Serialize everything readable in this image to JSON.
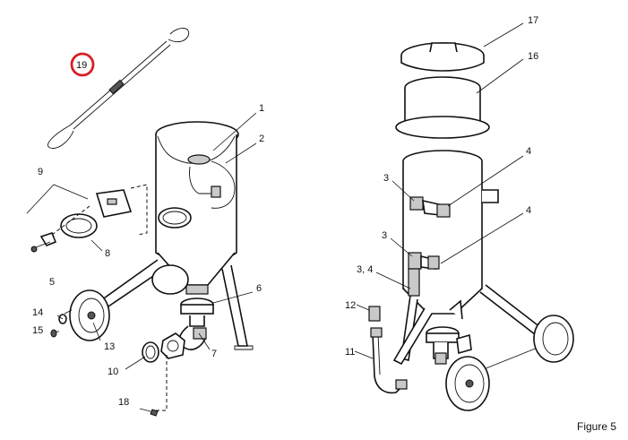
{
  "figure": {
    "caption": "Figure 5"
  },
  "callouts": [
    {
      "id": "c1",
      "text": "1"
    },
    {
      "id": "c2",
      "text": "2"
    },
    {
      "id": "c3a",
      "text": "3"
    },
    {
      "id": "c3b",
      "text": "3"
    },
    {
      "id": "c34",
      "text": "3, 4"
    },
    {
      "id": "c4a",
      "text": "4"
    },
    {
      "id": "c4b",
      "text": "4"
    },
    {
      "id": "c5",
      "text": "5"
    },
    {
      "id": "c6",
      "text": "6"
    },
    {
      "id": "c7",
      "text": "7"
    },
    {
      "id": "c8",
      "text": "8"
    },
    {
      "id": "c9",
      "text": "9"
    },
    {
      "id": "c10",
      "text": "10"
    },
    {
      "id": "c11",
      "text": "11"
    },
    {
      "id": "c12",
      "text": "12"
    },
    {
      "id": "c13",
      "text": "13"
    },
    {
      "id": "c14",
      "text": "14"
    },
    {
      "id": "c15",
      "text": "15"
    },
    {
      "id": "c16",
      "text": "16"
    },
    {
      "id": "c17",
      "text": "17"
    },
    {
      "id": "c18",
      "text": "18"
    },
    {
      "id": "c19",
      "text": "19"
    }
  ],
  "highlight": {
    "callout": "19",
    "color": "#d61f26"
  }
}
